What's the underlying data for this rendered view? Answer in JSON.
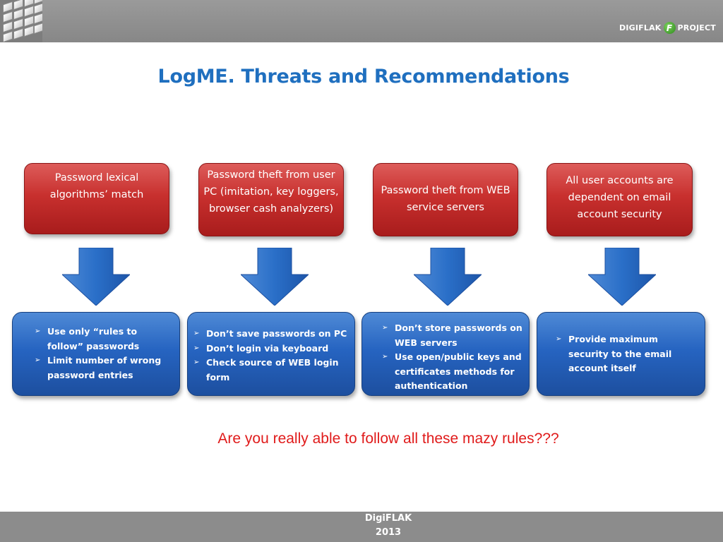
{
  "header": {
    "brand_left": "DIGIFLAK",
    "logo_letter": "F",
    "brand_right": "PROJECT"
  },
  "title": "LogME. Threats and Recommendations",
  "threats": [
    {
      "label": "Password lexical algorithms’ match"
    },
    {
      "label": "Password theft from user PC (imitation, key loggers, browser cash analyzers)"
    },
    {
      "label": "Password theft from WEB service servers"
    },
    {
      "label": "All user accounts are dependent on email account security"
    }
  ],
  "recommendations": [
    {
      "items": [
        "Use only “rules to follow” passwords",
        "Limit number of wrong password entries"
      ]
    },
    {
      "items": [
        "Don’t save passwords on PC",
        "Don’t login via keyboard",
        "Check source of WEB login form"
      ]
    },
    {
      "items": [
        "Don’t store passwords on WEB servers",
        "Use open/public keys and certificates methods for authentication"
      ]
    },
    {
      "items": [
        "Provide maximum security to the email account itself"
      ]
    }
  ],
  "bullet_glyph": "➢",
  "question": "Are you really able to follow all these mazy rules???",
  "footer": {
    "line1": "DigiFLAK",
    "line2": "2013"
  },
  "colors": {
    "title": "#1f6fbf",
    "threat_box": "#c8302e",
    "recommendation_box": "#2664c1",
    "arrow": "#2a6fc8",
    "question": "#e01b1b",
    "bars": "#8c8c8c"
  }
}
